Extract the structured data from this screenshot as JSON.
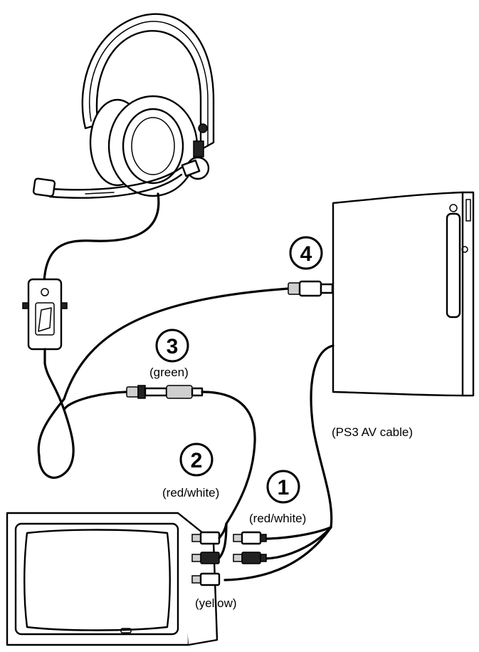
{
  "steps": [
    {
      "number": "1",
      "label": "(red/white)"
    },
    {
      "number": "2",
      "label": "(red/white)"
    },
    {
      "number": "3",
      "label": "(green)"
    },
    {
      "number": "4",
      "label": ""
    }
  ],
  "labels": {
    "ps3_av_cable": "(PS3 AV cable)",
    "yellow": "(yellow)"
  },
  "colors": {
    "line": "#000000",
    "background": "#ffffff"
  }
}
